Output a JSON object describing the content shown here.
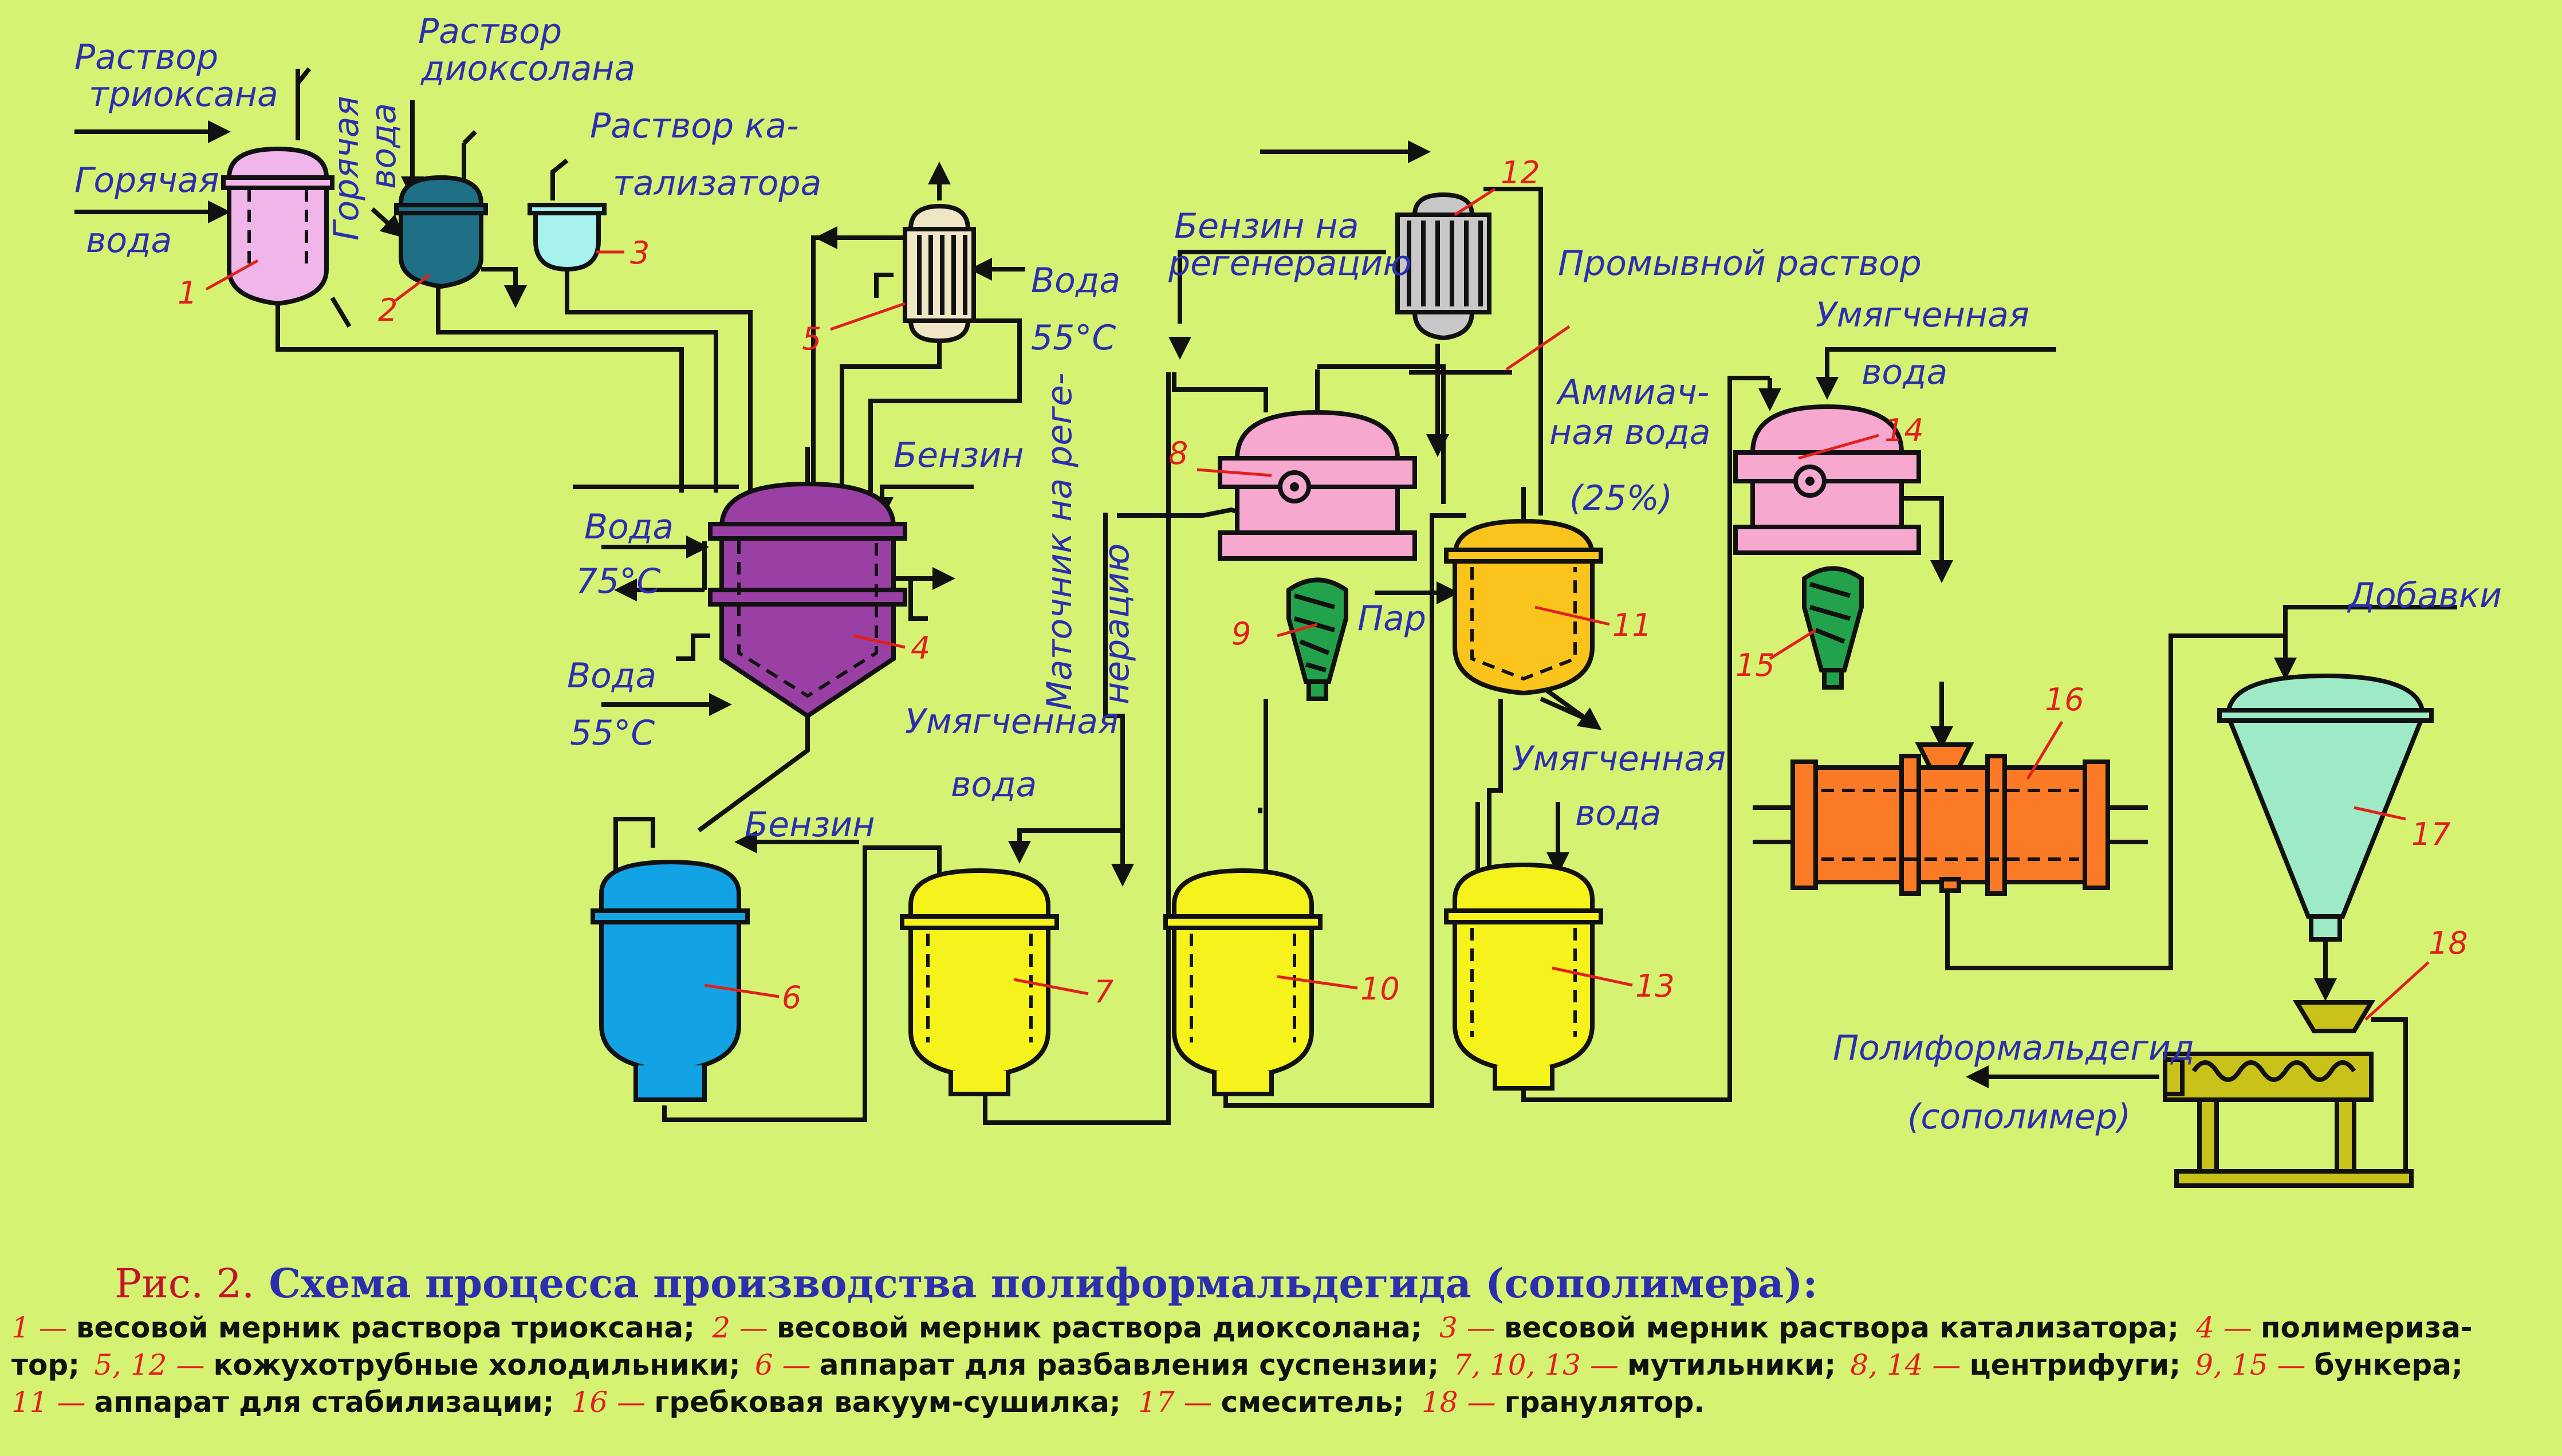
{
  "labels": {
    "trioxane_solution": [
      "Раствор",
      "триоксана"
    ],
    "hot_water_1": [
      "Горячая",
      "вода"
    ],
    "hot_water_2": [
      "Горячая",
      "вода"
    ],
    "dioxolane_solution": [
      "Раствор",
      "диоксолана"
    ],
    "catalyst_solution": [
      "Раствор ка-",
      "тализатора"
    ],
    "water_cooler_5": [
      "Вода",
      "55°С"
    ],
    "gasoline_to_regeneration": [
      "Бензин на",
      "регенерацию"
    ],
    "wash_solution": "Промывной раствор",
    "gasoline_top": "Бензин",
    "water_75": [
      "Вода",
      "75°С"
    ],
    "water_55": [
      "Вода",
      "55°С"
    ],
    "mother_liquor": [
      "Маточник на реге-",
      "нерацию"
    ],
    "steam": "Пар",
    "ammonia_water": [
      "Аммиач-",
      "ная вода",
      "(25%)"
    ],
    "softened_water_14": [
      "Умягченная",
      "вода"
    ],
    "softened_water_7": [
      "Умягченная",
      "вода"
    ],
    "softened_water_13": [
      "Умягченная",
      "вода"
    ],
    "gasoline_6": "Бензин",
    "additives": "Добавки",
    "product": [
      "Полиформальдегид",
      "(сополимер)"
    ]
  },
  "numbers": [
    "1",
    "2",
    "3",
    "4",
    "5",
    "6",
    "7",
    "8",
    "9",
    "10",
    "11",
    "12",
    "13",
    "14",
    "15",
    "16",
    "17",
    "18"
  ],
  "caption": {
    "title_prefix": "Рис. 2.",
    "title": "Схема процесса производства полиформальдегида (сополимера):",
    "line1": [
      {
        "n": "1 —",
        "t": "весовой мерник раствора триоксана;"
      },
      {
        "n": "2 —",
        "t": "весовой мерник раствора диоксолана;"
      },
      {
        "n": "3 —",
        "t": "весовой мерник раствора катализатора;"
      },
      {
        "n": "4 —",
        "t": "полимериза-"
      }
    ],
    "line2": [
      {
        "n": "",
        "t": "тор;"
      },
      {
        "n": "5, 12 —",
        "t": "кожухотрубные холодильники;"
      },
      {
        "n": "6 —",
        "t": "аппарат для разбавления суспензии;"
      },
      {
        "n": "7, 10, 13 —",
        "t": "мутильники;"
      },
      {
        "n": "8, 14 —",
        "t": "центрифуги;"
      },
      {
        "n": "9, 15 —",
        "t": "бункера;"
      }
    ],
    "line3": [
      {
        "n": "11 —",
        "t": "аппарат для стабилизации;"
      },
      {
        "n": "16 —",
        "t": "гребковая вакуум-сушилка;"
      },
      {
        "n": "17 —",
        "t": "смеситель;"
      },
      {
        "n": "18 —",
        "t": "гранулятор."
      }
    ]
  },
  "colors": {
    "background": "#d6f273",
    "vessel_1": "#f0b6ea",
    "vessel_2": "#1f6f86",
    "vessel_3": "#a6f3ee",
    "vessel_4": "#9a3fa4",
    "vessel_6": "#12a3e4",
    "vessel_yellow": "#f6f21c",
    "vessel_11": "#fbc41c",
    "centrifuge": "#f6a8cf",
    "bunker": "#22a24a",
    "dryer_16": "#fb7a26",
    "mixer_17": "#9ee9c6",
    "granulator_18": "#c8c21a",
    "cooler": "#efe6c6"
  }
}
